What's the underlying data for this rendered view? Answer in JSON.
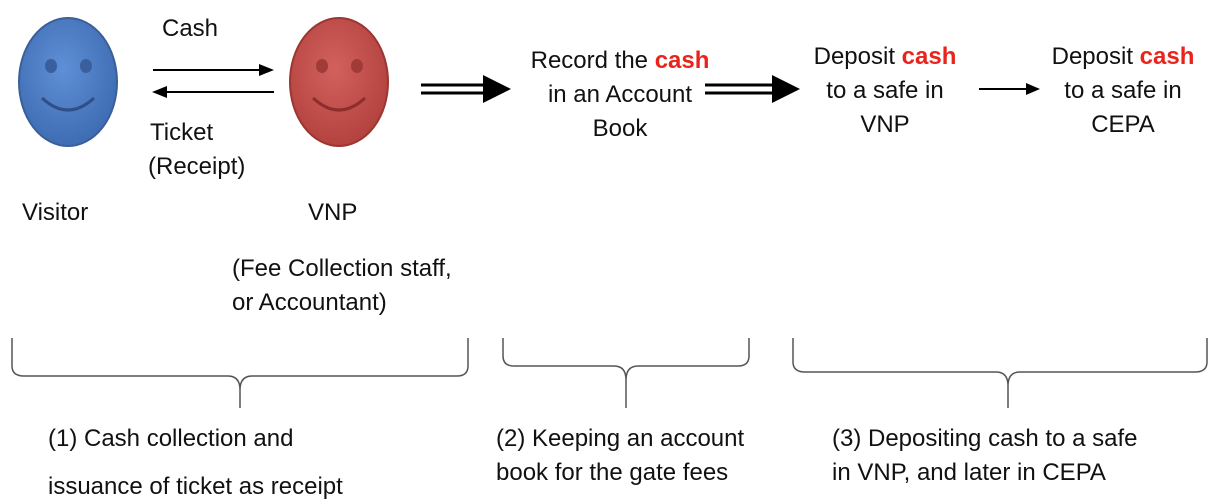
{
  "actors": {
    "visitor": {
      "label": "Visitor",
      "color": "#4a78c0"
    },
    "vnp": {
      "label": "VNP",
      "note_line1": "(Fee Collection staff,",
      "note_line2": "or Accountant)",
      "color": "#c0504d"
    }
  },
  "exchange": {
    "to_vnp": "Cash",
    "to_visitor_line1": "Ticket",
    "to_visitor_line2": "(Receipt)"
  },
  "steps": {
    "record": {
      "line1_prefix": "Record the ",
      "line1_highlight": "cash",
      "line2": "in an Account",
      "line3": "Book"
    },
    "deposit_vnp": {
      "line1_prefix": "Deposit ",
      "line1_highlight": "cash",
      "line2": "to a safe in",
      "line3": "VNP"
    },
    "deposit_cepa": {
      "line1_prefix": "Deposit ",
      "line1_highlight": "cash",
      "line2": "to a safe in",
      "line3": "CEPA"
    }
  },
  "phases": {
    "p1": {
      "line1": "(1) Cash collection and",
      "line2": "issuance of ticket as receipt"
    },
    "p2": {
      "line1": "(2) Keeping an account",
      "line2": "book for the gate fees"
    },
    "p3": {
      "line1": "(3) Depositing cash to a safe",
      "line2": "in VNP, and later in CEPA"
    }
  },
  "highlight_color": "#e8241c"
}
